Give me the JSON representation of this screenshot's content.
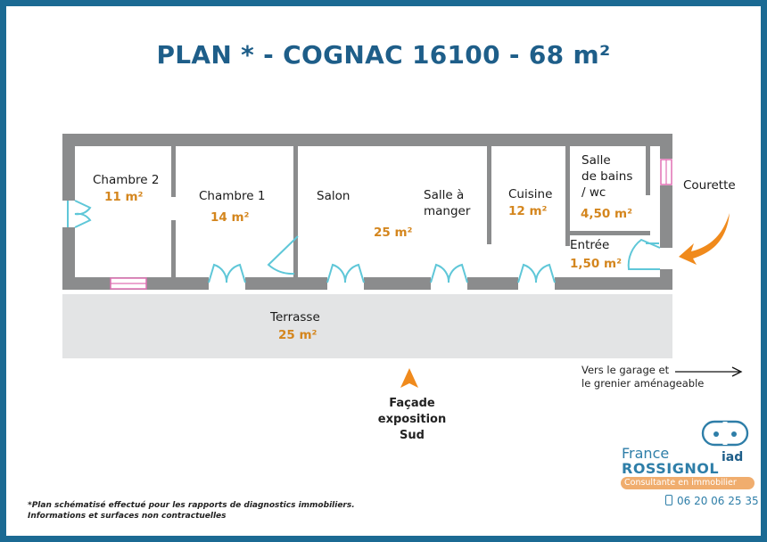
{
  "title": "PLAN *  - COGNAC 16100 -  68 m²",
  "rooms": [
    {
      "name": "Chambre 2",
      "area": "11 m²"
    },
    {
      "name": "Chambre 1",
      "area": "14 m²"
    },
    {
      "name": "Salon",
      "area": ""
    },
    {
      "name": "Salle à\nmanger",
      "area": "25 m²"
    },
    {
      "name": "Cuisine",
      "area": "12 m²"
    },
    {
      "name": "Salle\nde bains\n/ wc",
      "area": "4,50 m²"
    },
    {
      "name": "Entrée",
      "area": "1,50 m²"
    },
    {
      "name": "Courette",
      "area": ""
    },
    {
      "name": "Terrasse",
      "area": "25 m²"
    }
  ],
  "garage_note": "Vers le garage et\nle grenier aménageable",
  "facade": "Façade\nexposition\nSud",
  "footnote": {
    "line1": "*Plan schématisé effectué pour les rapports de diagnostics immobiliers.",
    "line2": "Informations et surfaces non contractuelles"
  },
  "brand": {
    "first": "France",
    "last": "ROSSIGNOL",
    "role": "Consultante en immobilier",
    "network": "iad",
    "phone": "06 20 06 25 35"
  },
  "colors": {
    "frame": "#1b6a93",
    "title": "#1e5e89",
    "wall": "#8b8c8d",
    "terrace": "#e3e4e5",
    "door": "#5fc7d8",
    "window": "#e071b4",
    "area": "#d4861e",
    "arrow": "#f08a1c"
  }
}
